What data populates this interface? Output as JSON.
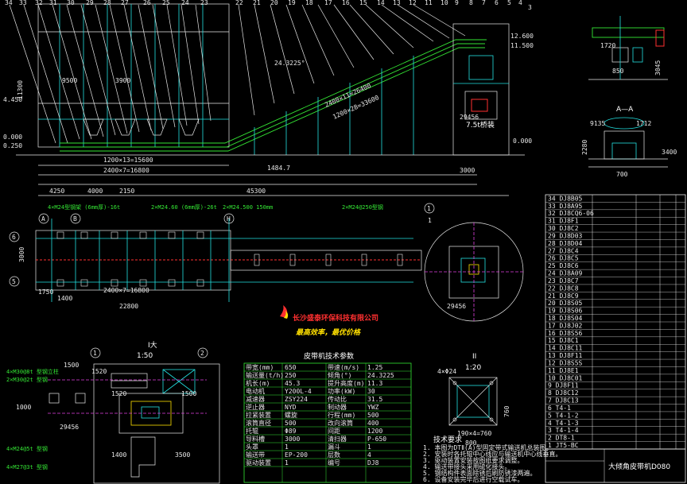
{
  "elevation": {
    "dims_top": [
      "34",
      "33",
      "32",
      "31",
      "30",
      "29",
      "28",
      "27",
      "26",
      "25",
      "24",
      "23",
      "22",
      "21",
      "20",
      "19",
      "18",
      "17",
      "16",
      "15",
      "14",
      "13",
      "12",
      "11",
      "10",
      "9",
      "8",
      "7",
      "6",
      "5",
      "4",
      "3"
    ],
    "level_left_1": "4.450",
    "level_left_2": "0.000",
    "level_left_3": "0.250",
    "level_right_1": "12.600",
    "level_right_2": "11.500",
    "level_right_3": "0.000",
    "angle_note": "24.3225°",
    "dim_9500": "9500",
    "dim_3900": "3900",
    "dim_1200x13": "1200×13=15600",
    "dim_2400x7": "2400×7=16800",
    "dim_total": "45300",
    "dim_4250": "4250",
    "dim_4000": "4000",
    "dim_2150": "2150",
    "dim_29456": "29456",
    "dim_3000": "3000",
    "dim_1484": "1484.7",
    "dim_slope_a": "2400×11=26400",
    "dim_slope_b": "1200×28=33600",
    "left_dim": "11300",
    "mid_title": "7.5t桥装"
  },
  "section_aa": {
    "title": "A—A",
    "dims": [
      "9135",
      "1712",
      "2280",
      "700",
      "3400",
      "3045",
      "1720",
      "850"
    ]
  },
  "plan": {
    "axis_labels": [
      "A",
      "B",
      "H",
      "1"
    ],
    "row_labels": [
      "6",
      "5"
    ],
    "dim_total": "22800",
    "dim_2400x7": "2400×7=16800",
    "dim_1750": "1750",
    "dim_1400": "1400",
    "dim_3000": "3000",
    "dim_29456": "29456",
    "notes": [
      "4×M24型钢架 (6mm厚)-16t",
      "2×M24.60 (6mm厚)-26t",
      "2×M24.500 150mm",
      "2×M24@250型钢"
    ]
  },
  "company": {
    "name": "长沙盛泰环保科技有限公司",
    "slogan": "最高效率，最优价格"
  },
  "detail_I": {
    "title": "I大",
    "scale": "1:50",
    "axis": [
      "1",
      "2"
    ],
    "dims": [
      "1500",
      "1520",
      "1520",
      "1500",
      "29456",
      "1000",
      "3500",
      "1400"
    ],
    "notes": [
      "4×M30@8t 型钢立柱",
      "2×M30@2t 型钢",
      "4×M24@5t 型钢",
      "4×M27@3t 型钢"
    ]
  },
  "detail_II": {
    "title": "II",
    "scale": "1:20",
    "dims": [
      "190×4=760",
      "800",
      "4×Φ24",
      "760"
    ]
  },
  "spec_table": {
    "title": "皮带机技术参数",
    "rows": [
      [
        "带宽(mm)",
        "650",
        "带速(m/s)",
        "1.25"
      ],
      [
        "输送量(t/h)",
        "250",
        "倾角(°)",
        "24.3225"
      ],
      [
        "机长(m)",
        "45.3",
        "提升高度(m)",
        "11.3"
      ],
      [
        "电动机",
        "Y200L-4",
        "功率(kW)",
        "30"
      ],
      [
        "减速器",
        "ZSY224",
        "传动比",
        "31.5"
      ],
      [
        "逆止器",
        "NYD",
        "制动器",
        "YWZ"
      ],
      [
        "拉紧装置",
        "螺旋",
        "行程(mm)",
        "500"
      ],
      [
        "滚筒直径",
        "500",
        "改向滚筒",
        "400"
      ],
      [
        "托辊",
        "Φ89",
        "间距",
        "1200"
      ],
      [
        "导料槽",
        "3000",
        "清扫器",
        "P-650"
      ],
      [
        "头罩",
        "1",
        "漏斗",
        "1"
      ],
      [
        "输送带",
        "EP-200",
        "层数",
        "4"
      ],
      [
        "驱动装置",
        "1",
        "编号",
        "DJ8"
      ]
    ]
  },
  "notes_box": {
    "title": "技术要求",
    "items": [
      "1. 本图为DTⅡ(A)型固定带式输送机总装图。",
      "2. 安装时各托辊中心线应与输送机中心线垂直。",
      "3. 驱动装置安装按图纸要求调整。",
      "4. 输送带接头采用硫化接头。",
      "5. 钢结构件表面除锈后刷防锈漆两遍。",
      "6. 设备安装完毕后进行空载试车。"
    ]
  },
  "parts_list": {
    "rows": [
      "34 DJ8B05",
      "33 DJ8A95",
      "32 DJ8CQ6-06",
      "31 DJ8F1",
      "30 DJ8C2",
      "29 DJ8D03",
      "28 DJ8D04",
      "27 DJ8C4",
      "26 DJ8C5",
      "25 DJ8C6",
      "24 DJ8A09",
      "23 DJ8C7",
      "22 DJ8C8",
      "21 DJ8C9",
      "20 DJ8S05",
      "19 DJ8S06",
      "18 DJ8S04",
      "17 DJ8J02",
      "16 DJ8S56",
      "15 DJ8C1",
      "14 DJ8C11",
      "13 DJ8F11",
      "12 DJ8S5S",
      "11 DJ8E1",
      "10 DJ8C01",
      "9 DJ8F11",
      "8 DJ8C12",
      "7 DJ8C13",
      "6 T4-1",
      "5 T4-1-2",
      "4 T4-1-3",
      "3 T4-1-4",
      "2 DT8-1",
      "1 JT5-BC"
    ],
    "title_block": "大倾角皮带机D080"
  },
  "detail_1_label": "1"
}
